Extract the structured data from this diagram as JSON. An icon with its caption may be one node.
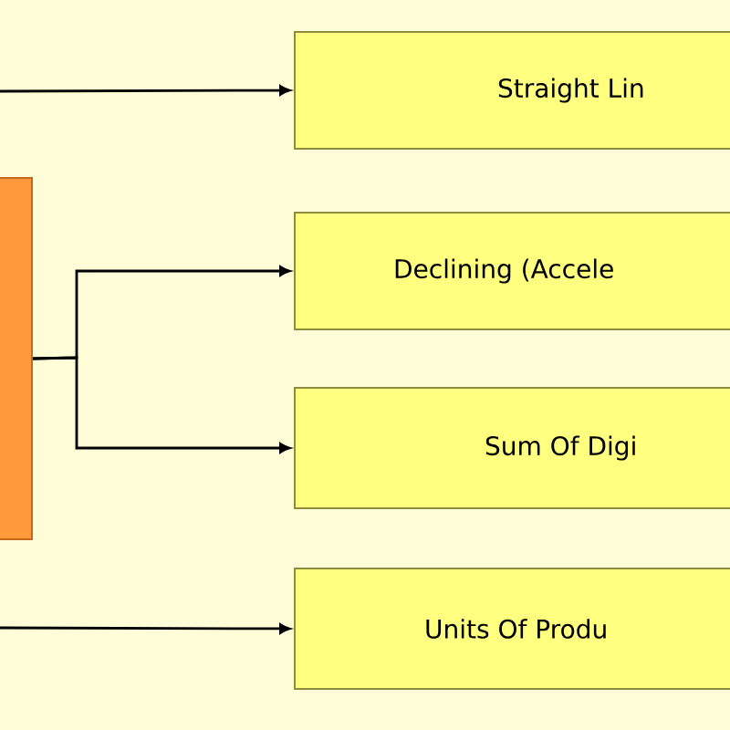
{
  "diagram": {
    "nodes": [
      {
        "text": [],
        "shape": "box"
      },
      {
        "text": [
          "Straight Lin"
        ]
      },
      {
        "text": [
          "Declining (Accele"
        ]
      },
      {
        "text": [
          "Sum Of Digi"
        ]
      },
      {
        "text": [
          "Units Of Produ"
        ]
      }
    ],
    "edges": [
      {
        "from": null,
        "to": 1,
        "arrow": "to"
      },
      {
        "from": 0,
        "to": 2,
        "arrow": "to"
      },
      {
        "from": 0,
        "to": 3,
        "arrow": "to"
      },
      {
        "from": null,
        "to": 4,
        "arrow": "to"
      }
    ]
  }
}
